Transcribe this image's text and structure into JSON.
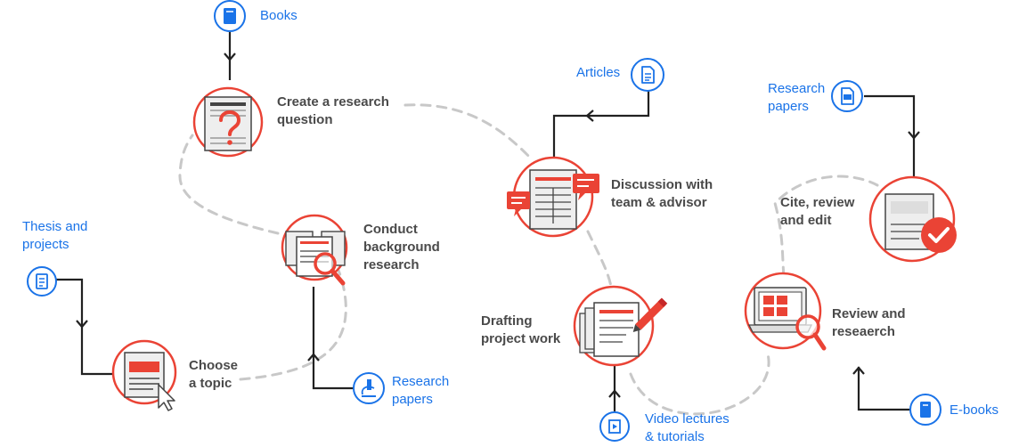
{
  "steps": {
    "choose": "Choose\na topic",
    "background": "Conduct\nbackground\nresearch",
    "question": "Create a research\nquestion",
    "discussion": "Discussion with\nteam & advisor",
    "drafting": "Drafting\nproject work",
    "review": "Review and\nreseaerch",
    "cite": "Cite, review\nand edit"
  },
  "resources": {
    "books": "Books",
    "thesis": "Thesis and\nprojects",
    "research_papers_1": "Research\npapers",
    "articles": "Articles",
    "video": "Video lectures\n& tutorials",
    "ebooks": "E-books",
    "research_papers_2": "Research\npapers"
  },
  "icons": {
    "books": "book-icon",
    "thesis": "document-list-icon",
    "research_papers_1": "microscope-icon",
    "articles": "article-icon",
    "video": "video-icon",
    "ebooks": "ebook-icon",
    "research_papers_2": "pdf-icon"
  },
  "colors": {
    "accent_red": "#ea4335",
    "resource_blue": "#1a73e8",
    "step_text": "#4a4a4a",
    "path_dash": "#c8c8c8",
    "connector": "#212121"
  }
}
